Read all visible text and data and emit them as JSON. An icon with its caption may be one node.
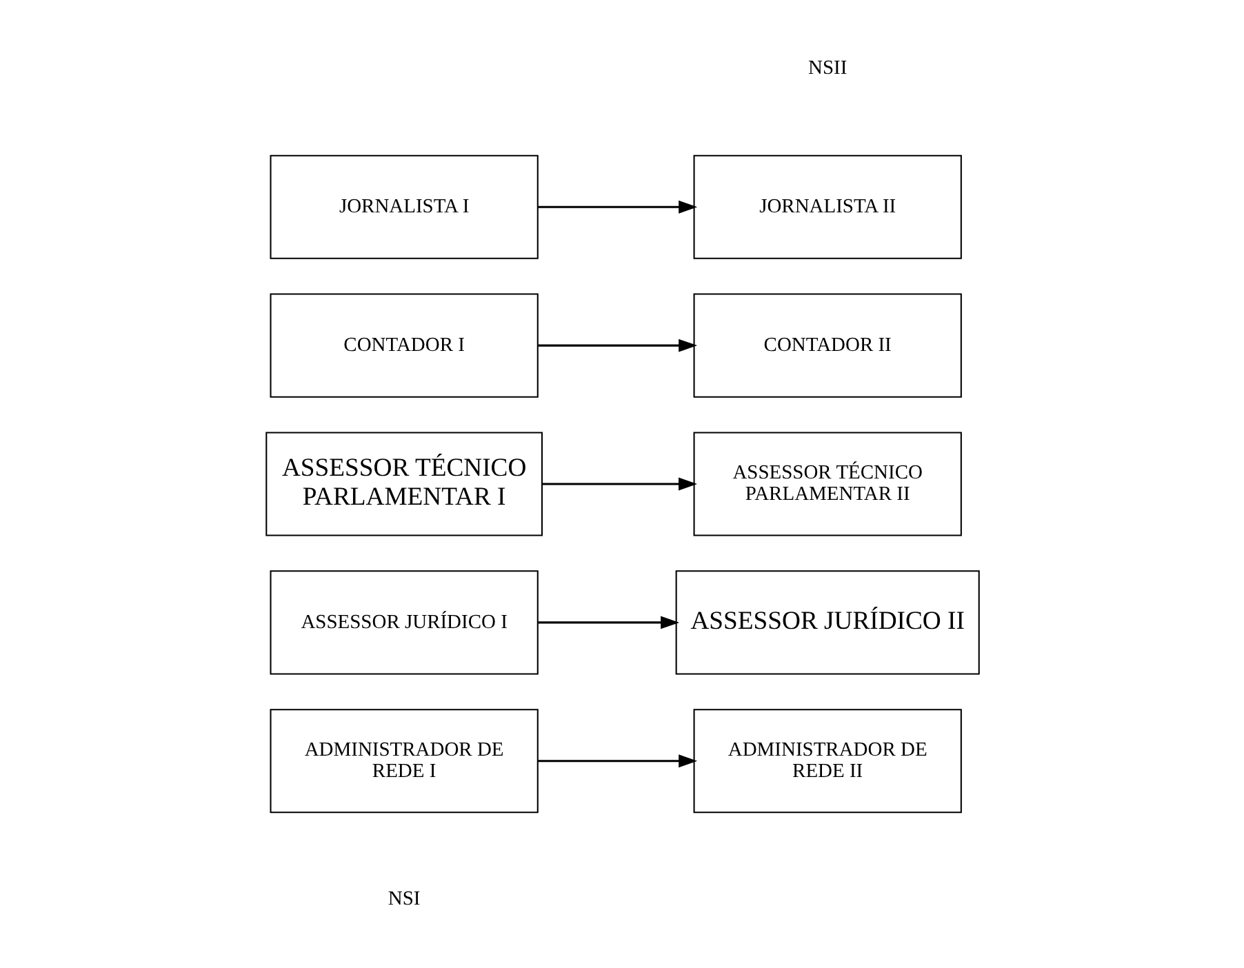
{
  "diagram": {
    "nodes": [
      {
        "text": [
          "ADMINISTRADOR DE REDE I"
        ]
      },
      {
        "text": [
          "ADMINISTRADOR DE REDE II"
        ]
      },
      {
        "text": [
          "ASSESSOR JURÍDICO I"
        ]
      },
      {
        "text": [
          "ASSESSOR JURÍDICO II"
        ]
      },
      {
        "text": [
          "ASSESSOR TÉCNICO PARLAMENTAR I"
        ]
      },
      {
        "text": [
          "ASSESSOR TÉCNICO PARLAMENTAR II"
        ]
      },
      {
        "text": [
          "CONTADOR I"
        ]
      },
      {
        "text": [
          "CONTADOR II"
        ]
      },
      {
        "text": [
          "JORNALISTA I"
        ]
      },
      {
        "text": [
          "JORNALISTA II"
        ]
      }
    ],
    "edges": [
      {
        "from": 0,
        "to": 1,
        "arrow": "to"
      },
      {
        "from": 2,
        "to": 3,
        "arrow": "to"
      },
      {
        "from": 4,
        "to": 5,
        "arrow": "to"
      },
      {
        "from": 6,
        "to": 7,
        "arrow": "to"
      },
      {
        "from": 8,
        "to": 9,
        "arrow": "to"
      }
    ],
    "labels": [
      "NSI",
      "NSII"
    ]
  }
}
